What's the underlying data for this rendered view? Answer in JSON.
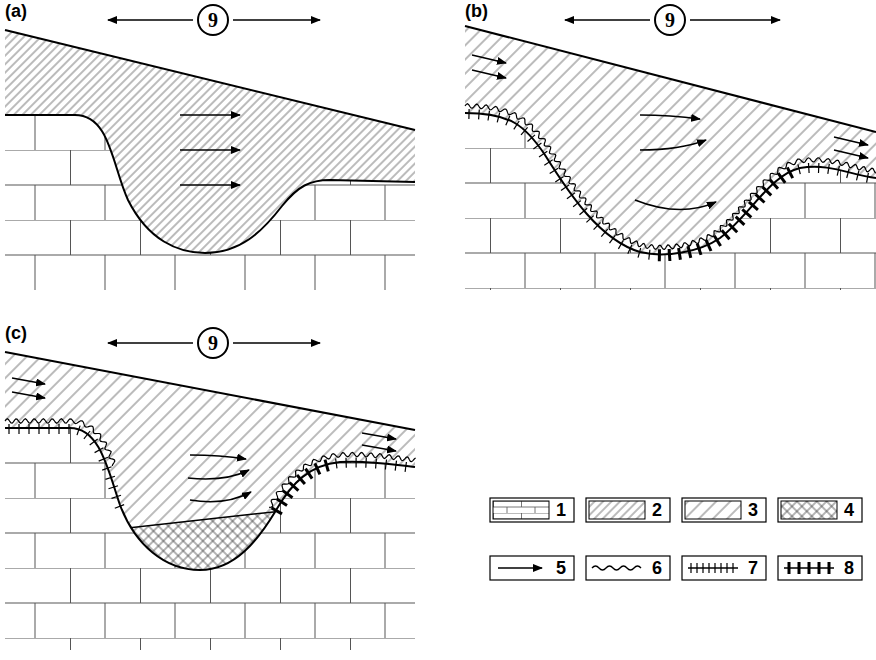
{
  "diagram": {
    "nodes": [
      {
        "text": [
          "9"
        ]
      },
      {
        "text": [
          "9"
        ]
      },
      {
        "text": [
          "9"
        ]
      }
    ],
    "labels": [
      "(a)",
      "(b)",
      "(c)"
    ],
    "legend": [
      {
        "text": "1"
      },
      {
        "text": "2"
      },
      {
        "text": "3"
      },
      {
        "text": "4"
      },
      {
        "text": "5"
      },
      {
        "text": "6"
      },
      {
        "text": "7"
      },
      {
        "text": "8"
      }
    ]
  }
}
